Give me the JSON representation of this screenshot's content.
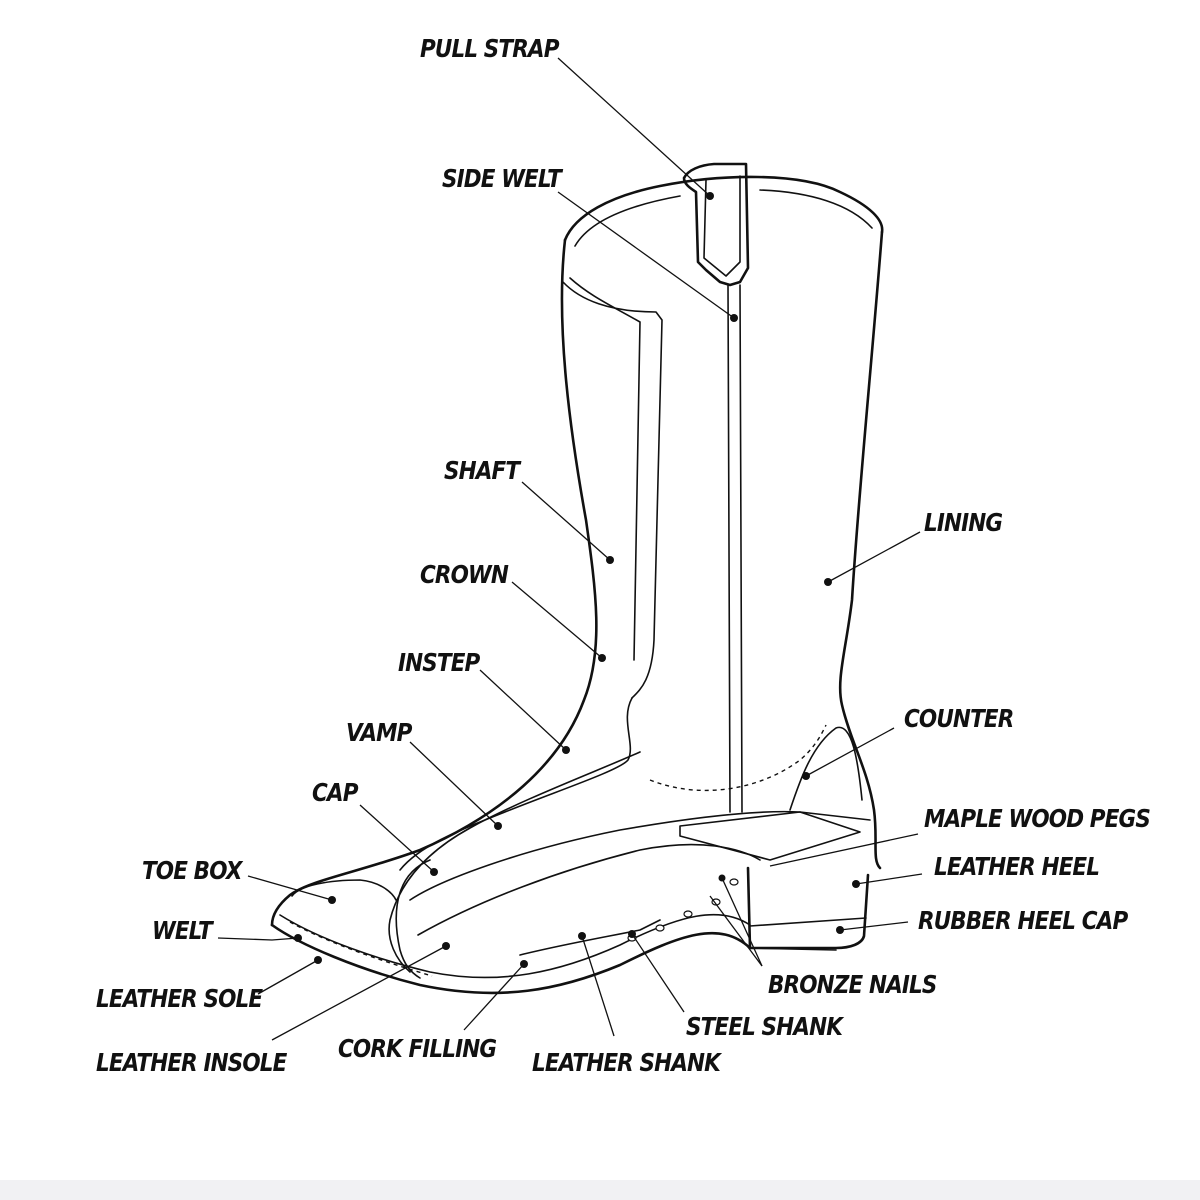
{
  "labels": {
    "pull_strap": "PULL STRAP",
    "side_welt": "SIDE WELT",
    "shaft": "SHAFT",
    "lining": "LINING",
    "crown": "CROWN",
    "instep": "INSTEP",
    "counter": "COUNTER",
    "vamp": "VAMP",
    "cap": "CAP",
    "maple_wood_pegs": "MAPLE WOOD PEGS",
    "leather_heel": "LEATHER HEEL",
    "toe_box": "TOE BOX",
    "rubber_heel_cap": "RUBBER HEEL CAP",
    "welt": "WELT",
    "bronze_nails": "BRONZE NAILS",
    "leather_sole": "LEATHER SOLE",
    "steel_shank": "STEEL SHANK",
    "cork_filling": "CORK FILLING",
    "leather_shank": "LEATHER SHANK",
    "leather_insole": "LEATHER INSOLE"
  },
  "colors": {
    "ink": "#111111",
    "background": "#ffffff",
    "floor": "#f1f1f3"
  }
}
